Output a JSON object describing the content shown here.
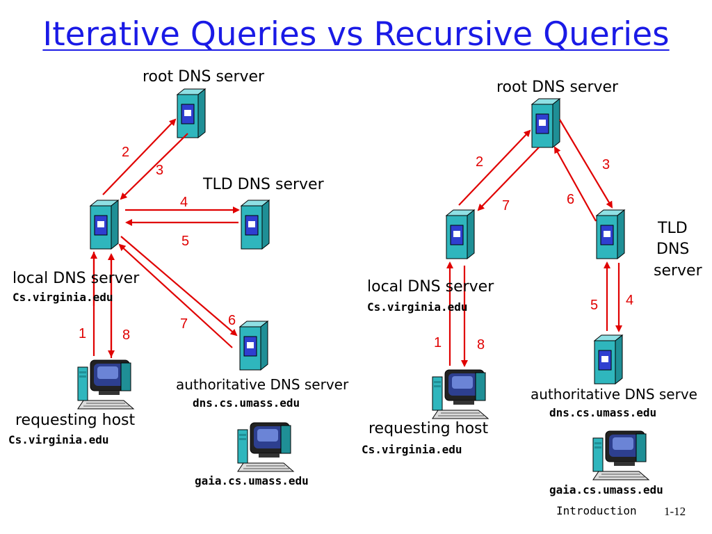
{
  "title": "Iterative Queries vs Recursive Queries",
  "iterative": {
    "root_label": "root DNS server",
    "tld_label": "TLD DNS server",
    "local_label": "local DNS server",
    "local_host": "Cs.virginia.edu",
    "auth_label": "authoritative DNS server",
    "auth_host": "dns.cs.umass.edu",
    "req_label": "requesting host",
    "req_host": "Cs.virginia.edu",
    "target_host": "gaia.cs.umass.edu",
    "steps": [
      "1",
      "2",
      "3",
      "4",
      "5",
      "6",
      "7",
      "8"
    ]
  },
  "recursive": {
    "root_label": "root DNS server",
    "tld_label_1": "TLD",
    "tld_label_2": "DNS",
    "tld_label_3": "server",
    "local_label": "local DNS server",
    "local_host": "Cs.virginia.edu",
    "auth_label": "authoritative DNS serve",
    "auth_host": "dns.cs.umass.edu",
    "req_label": "requesting host",
    "req_host": "Cs.virginia.edu",
    "target_host": "gaia.cs.umass.edu",
    "steps": [
      "1",
      "2",
      "3",
      "4",
      "5",
      "6",
      "7",
      "8"
    ]
  },
  "footer": {
    "section": "Introduction",
    "page": "1-12"
  },
  "colors": {
    "title": "#1a1ae6",
    "arrow": "#e00000",
    "server_face": "#2fb6bd",
    "server_side": "#1f8f96",
    "server_panel": "#2f3fd0"
  },
  "icons": [
    "server-icon",
    "computer-icon"
  ]
}
